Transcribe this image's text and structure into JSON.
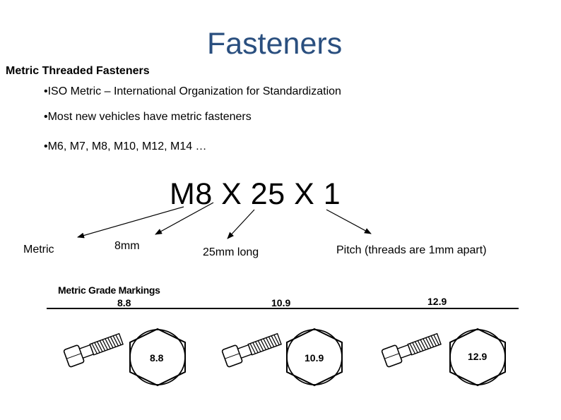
{
  "title": "Fasteners",
  "subtitle": "Metric Threaded Fasteners",
  "bullets": [
    "•ISO Metric – International Organization for Standardization",
    "•Most new vehicles have metric fasteners",
    "•M6, M7, M8, M10, M12, M14 …"
  ],
  "formula": "M8 X 25 X 1",
  "labels": {
    "metric": "Metric",
    "size": "8mm",
    "length": "25mm long",
    "pitch": "Pitch (threads are 1mm apart)"
  },
  "grade_markings": {
    "title": "Metric Grade Markings",
    "grades": [
      "8.8",
      "10.9",
      "12.9"
    ],
    "head_labels": [
      "8.8",
      "10.9",
      "12.9"
    ]
  }
}
